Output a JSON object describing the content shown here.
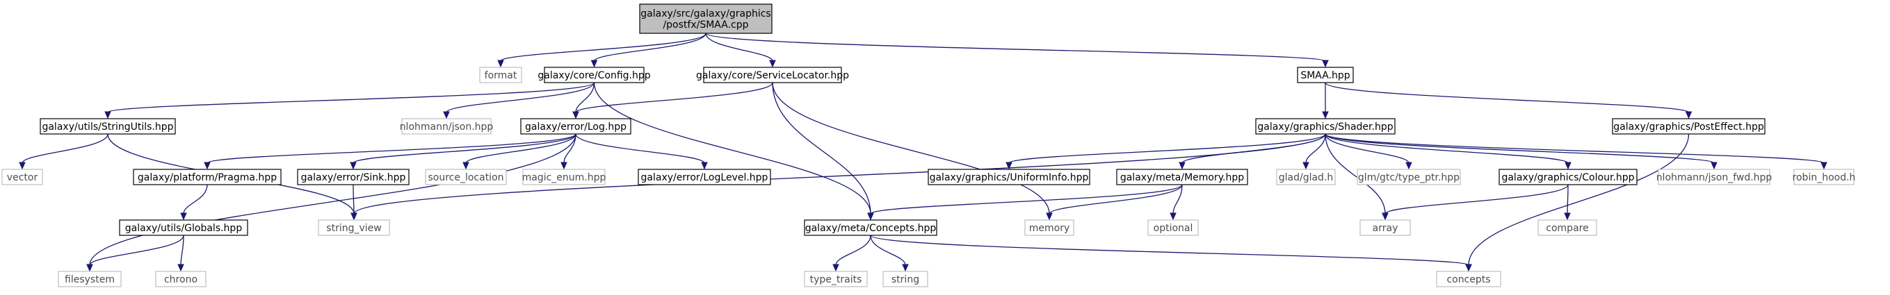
{
  "diagram": {
    "title": "",
    "edge_color": "#191970",
    "root_fill": "#bfbfbf",
    "external_border": "#bfbfbf",
    "nodes": [
      {
        "id": "smaa_cpp",
        "kind": "root",
        "lines": [
          "galaxy/src/galaxy/graphics",
          "/postfx/SMAA.cpp"
        ]
      },
      {
        "id": "format",
        "kind": "external",
        "lines": [
          "format"
        ]
      },
      {
        "id": "config",
        "kind": "local",
        "lines": [
          "galaxy/core/Config.hpp"
        ]
      },
      {
        "id": "service_locator",
        "kind": "local",
        "lines": [
          "galaxy/core/ServiceLocator.hpp"
        ]
      },
      {
        "id": "smaa_hpp",
        "kind": "local",
        "lines": [
          "SMAA.hpp"
        ]
      },
      {
        "id": "string_utils",
        "kind": "local",
        "lines": [
          "galaxy/utils/StringUtils.hpp"
        ]
      },
      {
        "id": "nlohmann_json",
        "kind": "external",
        "lines": [
          "nlohmann/json.hpp"
        ]
      },
      {
        "id": "log",
        "kind": "local",
        "lines": [
          "galaxy/error/Log.hpp"
        ]
      },
      {
        "id": "shader",
        "kind": "local",
        "lines": [
          "galaxy/graphics/Shader.hpp"
        ]
      },
      {
        "id": "post_effect",
        "kind": "local",
        "lines": [
          "galaxy/graphics/PostEffect.hpp"
        ]
      },
      {
        "id": "vector",
        "kind": "external",
        "lines": [
          "vector"
        ]
      },
      {
        "id": "pragma",
        "kind": "local",
        "lines": [
          "galaxy/platform/Pragma.hpp"
        ]
      },
      {
        "id": "sink",
        "kind": "local",
        "lines": [
          "galaxy/error/Sink.hpp"
        ]
      },
      {
        "id": "source_location",
        "kind": "external",
        "lines": [
          "source_location"
        ]
      },
      {
        "id": "magic_enum",
        "kind": "external",
        "lines": [
          "magic_enum.hpp"
        ]
      },
      {
        "id": "log_level",
        "kind": "local",
        "lines": [
          "galaxy/error/LogLevel.hpp"
        ]
      },
      {
        "id": "uniform_info",
        "kind": "local",
        "lines": [
          "galaxy/graphics/UniformInfo.hpp"
        ]
      },
      {
        "id": "memory_hpp",
        "kind": "local",
        "lines": [
          "galaxy/meta/Memory.hpp"
        ]
      },
      {
        "id": "glad",
        "kind": "external",
        "lines": [
          "glad/glad.h"
        ]
      },
      {
        "id": "glm_type_ptr",
        "kind": "external",
        "lines": [
          "glm/gtc/type_ptr.hpp"
        ]
      },
      {
        "id": "colour",
        "kind": "local",
        "lines": [
          "galaxy/graphics/Colour.hpp"
        ]
      },
      {
        "id": "json_fwd",
        "kind": "external",
        "lines": [
          "nlohmann/json_fwd.hpp"
        ]
      },
      {
        "id": "robin_hood",
        "kind": "external",
        "lines": [
          "robin_hood.h"
        ]
      },
      {
        "id": "globals",
        "kind": "local",
        "lines": [
          "galaxy/utils/Globals.hpp"
        ]
      },
      {
        "id": "string_view",
        "kind": "external",
        "lines": [
          "string_view"
        ]
      },
      {
        "id": "concepts_hpp",
        "kind": "local",
        "lines": [
          "galaxy/meta/Concepts.hpp"
        ]
      },
      {
        "id": "memory",
        "kind": "external",
        "lines": [
          "memory"
        ]
      },
      {
        "id": "optional",
        "kind": "external",
        "lines": [
          "optional"
        ]
      },
      {
        "id": "array",
        "kind": "external",
        "lines": [
          "array"
        ]
      },
      {
        "id": "compare",
        "kind": "external",
        "lines": [
          "compare"
        ]
      },
      {
        "id": "filesystem",
        "kind": "external",
        "lines": [
          "filesystem"
        ]
      },
      {
        "id": "chrono",
        "kind": "external",
        "lines": [
          "chrono"
        ]
      },
      {
        "id": "type_traits",
        "kind": "external",
        "lines": [
          "type_traits"
        ]
      },
      {
        "id": "string",
        "kind": "external",
        "lines": [
          "string"
        ]
      },
      {
        "id": "concepts",
        "kind": "external",
        "lines": [
          "concepts"
        ]
      }
    ],
    "edges": [
      [
        "smaa_cpp",
        "format"
      ],
      [
        "smaa_cpp",
        "config"
      ],
      [
        "smaa_cpp",
        "service_locator"
      ],
      [
        "smaa_cpp",
        "smaa_hpp"
      ],
      [
        "config",
        "string_utils"
      ],
      [
        "config",
        "nlohmann_json"
      ],
      [
        "config",
        "log"
      ],
      [
        "config",
        "concepts_hpp"
      ],
      [
        "service_locator",
        "log"
      ],
      [
        "service_locator",
        "concepts_hpp"
      ],
      [
        "service_locator",
        "memory"
      ],
      [
        "smaa_hpp",
        "shader"
      ],
      [
        "smaa_hpp",
        "post_effect"
      ],
      [
        "string_utils",
        "vector"
      ],
      [
        "string_utils",
        "string_view"
      ],
      [
        "log",
        "filesystem"
      ],
      [
        "log",
        "pragma"
      ],
      [
        "log",
        "sink"
      ],
      [
        "log",
        "source_location"
      ],
      [
        "log",
        "magic_enum"
      ],
      [
        "log",
        "log_level"
      ],
      [
        "shader",
        "string_view"
      ],
      [
        "shader",
        "uniform_info"
      ],
      [
        "shader",
        "memory_hpp"
      ],
      [
        "shader",
        "array"
      ],
      [
        "shader",
        "glad"
      ],
      [
        "shader",
        "glm_type_ptr"
      ],
      [
        "shader",
        "colour"
      ],
      [
        "shader",
        "json_fwd"
      ],
      [
        "shader",
        "robin_hood"
      ],
      [
        "post_effect",
        "concepts"
      ],
      [
        "pragma",
        "globals"
      ],
      [
        "sink",
        "string_view"
      ],
      [
        "memory_hpp",
        "concepts_hpp"
      ],
      [
        "memory_hpp",
        "memory"
      ],
      [
        "memory_hpp",
        "optional"
      ],
      [
        "colour",
        "array"
      ],
      [
        "colour",
        "compare"
      ],
      [
        "globals",
        "filesystem"
      ],
      [
        "globals",
        "chrono"
      ],
      [
        "concepts_hpp",
        "type_traits"
      ],
      [
        "concepts_hpp",
        "string"
      ],
      [
        "concepts_hpp",
        "concepts"
      ]
    ]
  }
}
